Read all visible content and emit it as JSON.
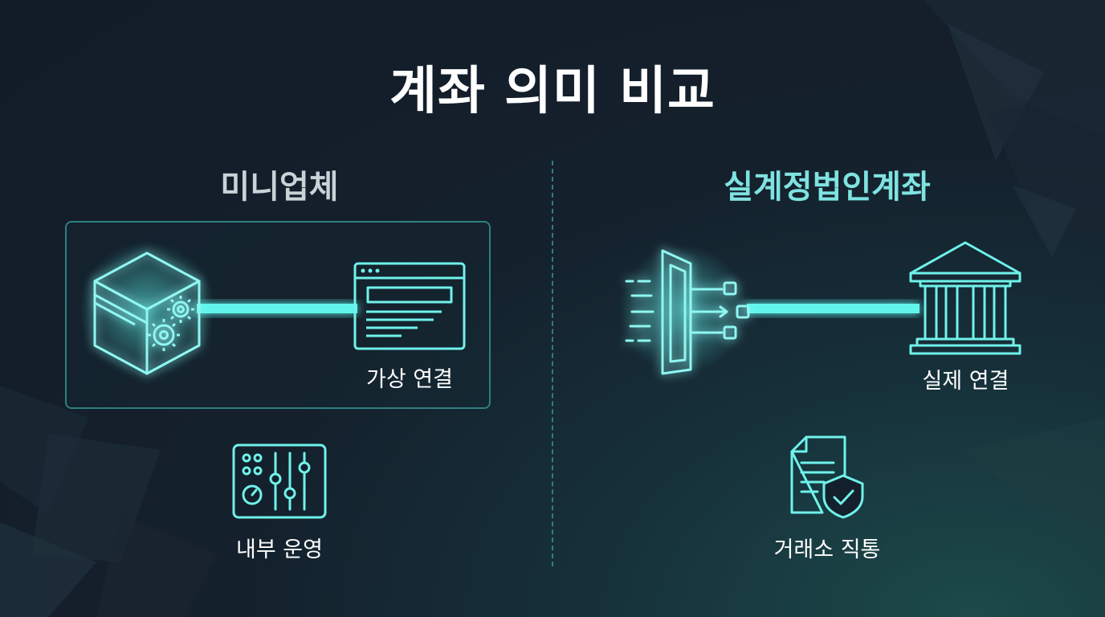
{
  "title": "계좌 의미 비교",
  "left": {
    "heading": "미니업체",
    "connection_label": "가상 연결",
    "bottom_label": "내부 운영",
    "icons": [
      "server-box-icon",
      "browser-window-icon",
      "control-panel-icon"
    ]
  },
  "right": {
    "heading": "실계정법인계좌",
    "connection_label": "실제 연결",
    "bottom_label": "거래소 직통",
    "icons": [
      "gateway-icon",
      "bank-icon",
      "secure-document-icon"
    ]
  },
  "colors": {
    "accent": "#5ff5ec",
    "panel_border": "#2f7f80",
    "divider": "#2e7f80",
    "left_heading": "#c9d2d6",
    "right_heading": "#7fe3e1"
  }
}
